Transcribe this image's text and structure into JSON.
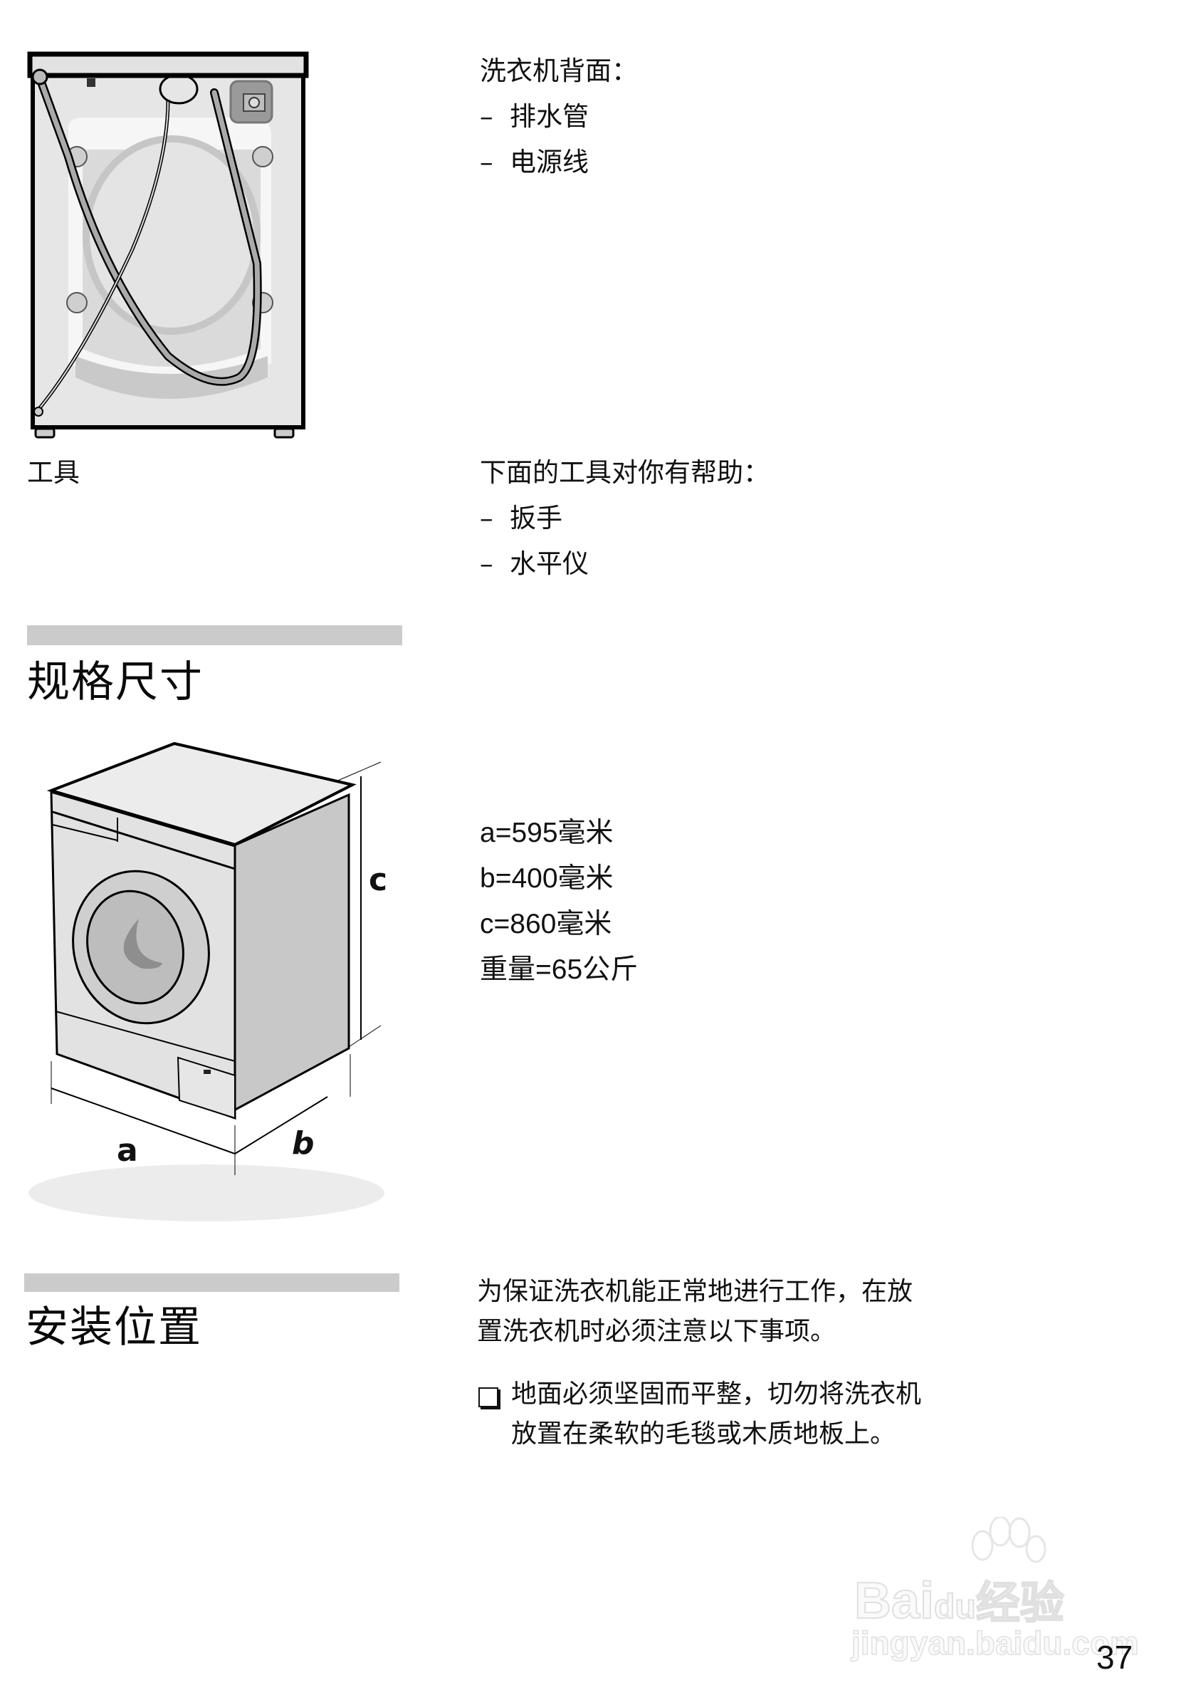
{
  "back_view": {
    "caption": "洗衣机背面：",
    "items": [
      "排水管",
      "电源线"
    ],
    "dash": "–"
  },
  "tools": {
    "label": "工具",
    "intro": "下面的工具对你有帮助：",
    "items": [
      "扳手",
      "水平仪"
    ],
    "dash": "–"
  },
  "specs": {
    "heading": "规格尺寸",
    "diagram_labels": {
      "a": "a",
      "b": "b",
      "c": "c"
    },
    "lines": [
      "a=595毫米",
      "b=400毫米",
      "c=860毫米",
      "重量=65公斤"
    ]
  },
  "installation": {
    "heading": "安装位置",
    "intro_lines": [
      "为保证洗衣机能正常地进行工作，在放",
      "置洗衣机时必须注意以下事项。"
    ],
    "bullets": [
      {
        "icon": "checkbox-icon",
        "lines": [
          "地面必须坚固而平整，切勿将洗衣机",
          "放置在柔软的毛毯或木质地板上。"
        ]
      }
    ]
  },
  "watermark": {
    "brand": "Bai",
    "brand2": "du",
    "suffix": "经验",
    "url": "jingyan.baidu.com"
  },
  "page_number": "37",
  "colors": {
    "section_bar": "#cbcbcb",
    "text": "#111111"
  }
}
